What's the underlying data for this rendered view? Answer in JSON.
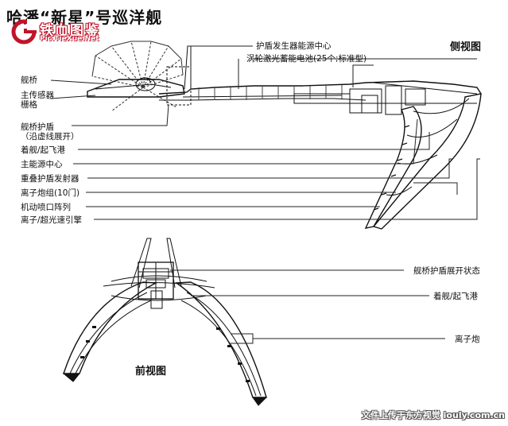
{
  "title": "哈潘“新星”号巡洋舰",
  "logo": {
    "name": "铁血图鉴",
    "url": "Pic.TieXue.Net"
  },
  "side_view": {
    "title": "侧视图",
    "labels_left": [
      "舰桥",
      "主传感器",
      "栅格",
      "舰桥护盾",
      "（沿虚线展开）",
      "着舰/起飞港",
      "主能源中心",
      "重叠护盾发射器",
      "离子炮组(10门)",
      "机动喷口阵列",
      "离子/超光速引擎"
    ],
    "labels_top": [
      "护盾发生器能源中心",
      "涡轮激光蓄能电池(25个;标准型)"
    ]
  },
  "front_view": {
    "title": "前视图",
    "labels_right": [
      "舰桥护盾展开状态",
      "着舰/起飞港",
      "离子炮"
    ]
  },
  "watermark": "文件上传于东方视觉 iouly.com.cn"
}
